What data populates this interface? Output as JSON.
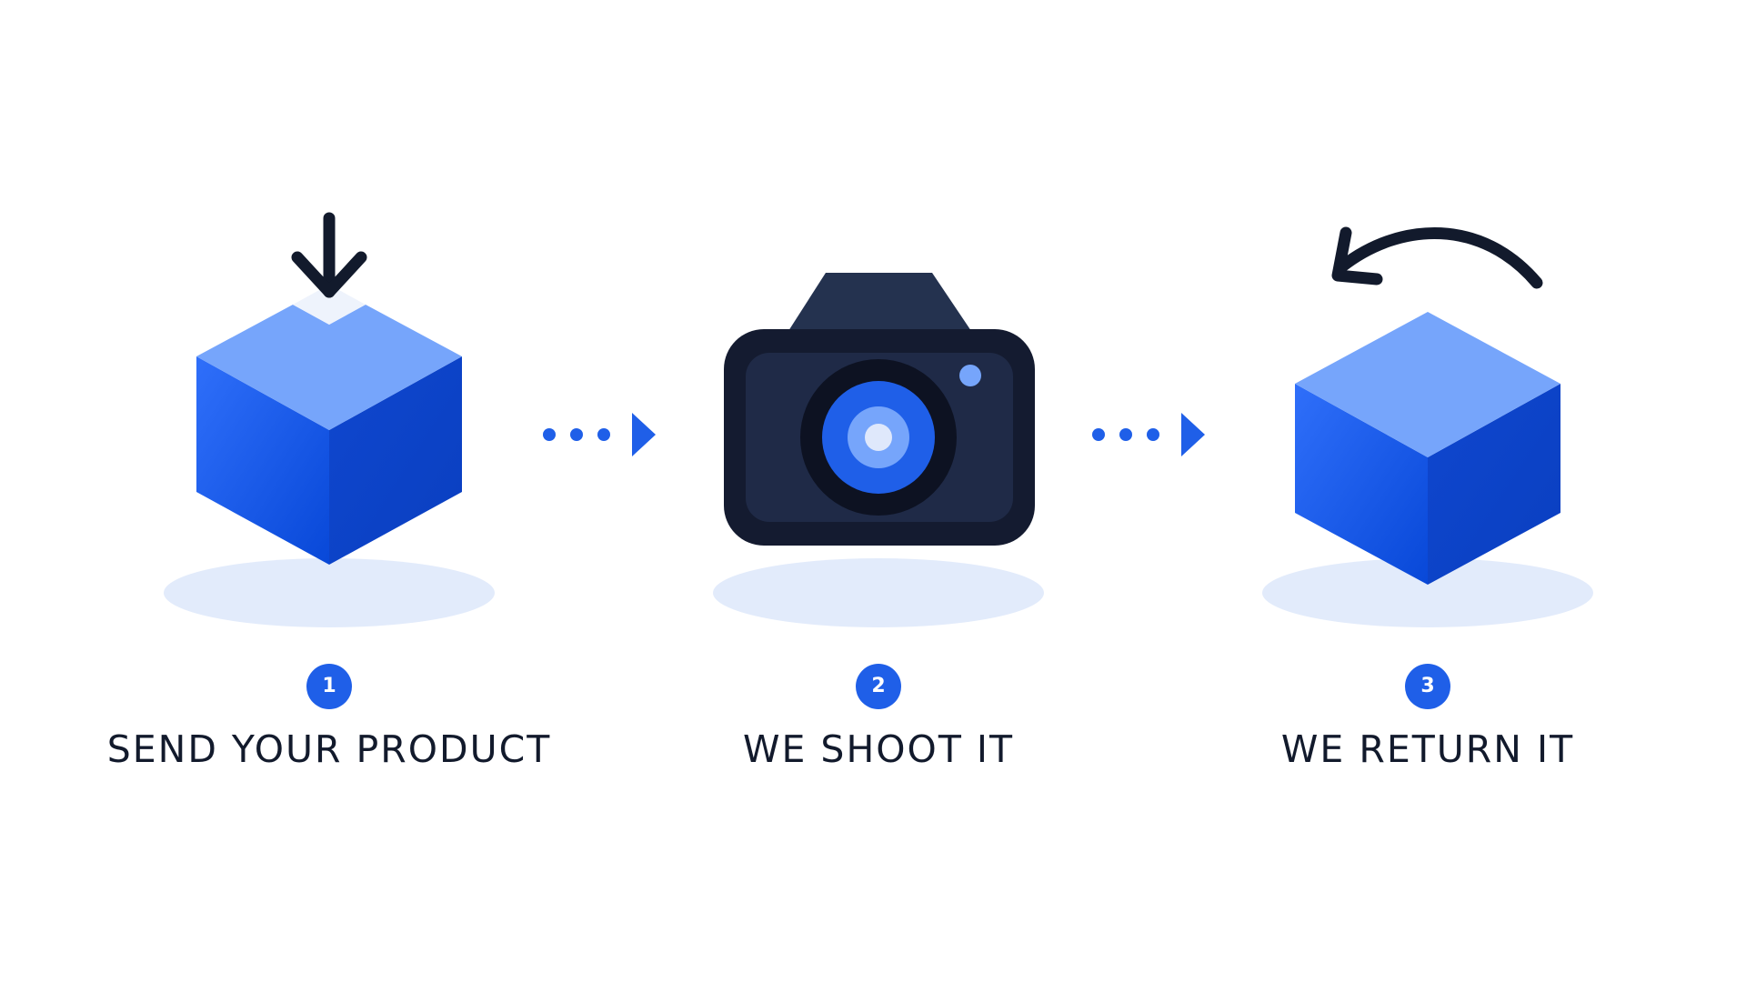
{
  "colors": {
    "accent": "#1f5fe8",
    "cube_top": "#76a5fb",
    "cube_left": "#2d6bf5",
    "cube_right": "#0c45cc",
    "shadow": "#e2ebfb",
    "dark": "#121a2c",
    "camera_body": "#141b30",
    "camera_panel": "#1f2a47",
    "camera_hump": "#24324f"
  },
  "steps": [
    {
      "number": "1",
      "label": "SEND YOUR PRODUCT",
      "icon": "box-with-down-arrow-icon"
    },
    {
      "number": "2",
      "label": "WE SHOOT IT",
      "icon": "camera-icon"
    },
    {
      "number": "3",
      "label": "WE RETURN IT",
      "icon": "box-with-return-arrow-icon"
    }
  ],
  "connectors": [
    "dotted-arrow-icon",
    "dotted-arrow-icon"
  ]
}
